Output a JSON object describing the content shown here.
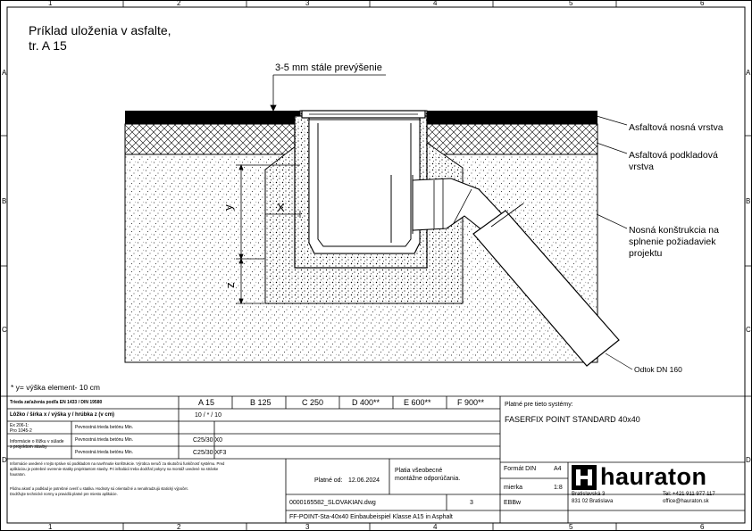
{
  "grid": {
    "columns": [
      "1",
      "2",
      "3",
      "4",
      "5",
      "6"
    ],
    "rows": [
      "A",
      "B",
      "C",
      "D"
    ]
  },
  "drawing": {
    "title_line1": "Príklad uloženia v asfalte,",
    "title_line2": "tr. A 15",
    "dim_top_note": "3-5 mm stále prevýšenie",
    "dim_x": "X",
    "dim_y": "y",
    "dim_z": "z",
    "layers": {
      "asphalt_wearing": "Asfaltová nosná vrstva",
      "asphalt_base_1": "Asfaltová podkladová",
      "asphalt_base_2": "vrstva",
      "subbase_1": "Nosná konštrukcia na",
      "subbase_2": "splnenie požiadaviek",
      "subbase_3": "projektu"
    },
    "outlet": "Odtok DN 160",
    "footnote": "* y= výška element- 10 cm"
  },
  "title_block": {
    "class_header": "Trieda zaťaženia podľa EN 1433 / DIN 19580",
    "classes": [
      "A 15",
      "B 125",
      "C 250",
      "D 400**",
      "E 600**",
      "F 900**"
    ],
    "bedding_label": "Lôžko / šírka x / výška y / hrúbka z (v cm)",
    "bedding_value": "10 / * / 10",
    "en_label_1": "Ex 206-1:",
    "en_label_2": "Pro 1045-2",
    "en_label_3": "Informácie o lôžku v súlade",
    "en_label_4": "s projektom stavby",
    "concrete_row1_label": "Pevnostná trieda betónu Min.",
    "concrete_row2_label": "Pevnostná trieda betónu Min.",
    "concrete_row3_label": "Pevnostná trieda betónu Min.",
    "concrete_row2_value": "C25/30 X0",
    "concrete_row3_value": "C25/30 XF3",
    "valid_for_label": "Platné pre tieto systémy:",
    "system_name": "FASERFIX POINT STANDARD 40x40",
    "notes_1": "Informácie uvedené v tejto správe sú podkladom na navrhnutie konštrukcie. Výrobca neručí za skutočnú funkčnosť systému. Pred",
    "notes_2": "aplikáciou je potrebné overenie statiky projektantom stavby. Pri inštalácii treba dodržať pokyny na montáž uvedené na stránke",
    "notes_3": "hauraton.",
    "notes_4": "Pôdnu akosť a podklad je potrebné overiť u statika. Hodnoty sú orientačné a nenahradzujú statický výpočet.",
    "notes_5": "Dodržujte technické normy a pravidlá platné pre miesto aplikácie.",
    "valid_label": "Platné od:",
    "valid_date": "12.06.2024",
    "valid_note_1": "Platia všeobecné",
    "valid_note_2": "montážne odporúčania.",
    "format_label": "Formát DIN",
    "format_value": "A4",
    "scale_label": "mierka",
    "scale_value": "1:8",
    "file_name": "0000165582_SLOVAKIAN.dwg",
    "revision": "3",
    "author": "EBBw",
    "description": "FF-POINT-Sta-40x40 Einbaubeispiel Klasse A15 in Asphalt",
    "company": "hauraton",
    "addr_1": "Bratislavská 3",
    "addr_2": "831 02 Bratislava",
    "tel": "Tel: +421 911 977 117",
    "email": "office@hauraton.sk"
  },
  "colors": {
    "line": "#000000",
    "asphalt": "#000000",
    "background": "#ffffff"
  }
}
